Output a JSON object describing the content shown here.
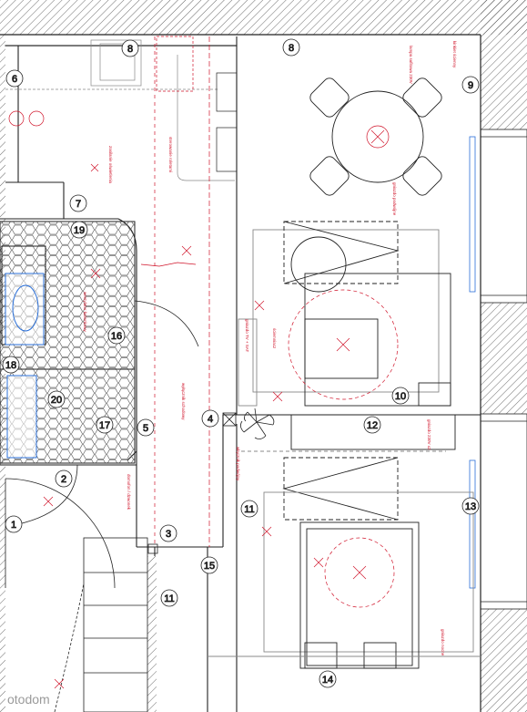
{
  "room_numbers": [
    "1",
    "2",
    "3",
    "4",
    "5",
    "6",
    "7",
    "8",
    "8",
    "9",
    "10",
    "11",
    "11",
    "12",
    "13",
    "14",
    "15",
    "16",
    "17",
    "18",
    "19",
    "20"
  ],
  "watermark": "otodom",
  "colors": {
    "wall": "#222222",
    "red": "#d0142a",
    "blue": "#2a6fd8",
    "grey": "#9a9a9a",
    "tile": "#555555"
  }
}
